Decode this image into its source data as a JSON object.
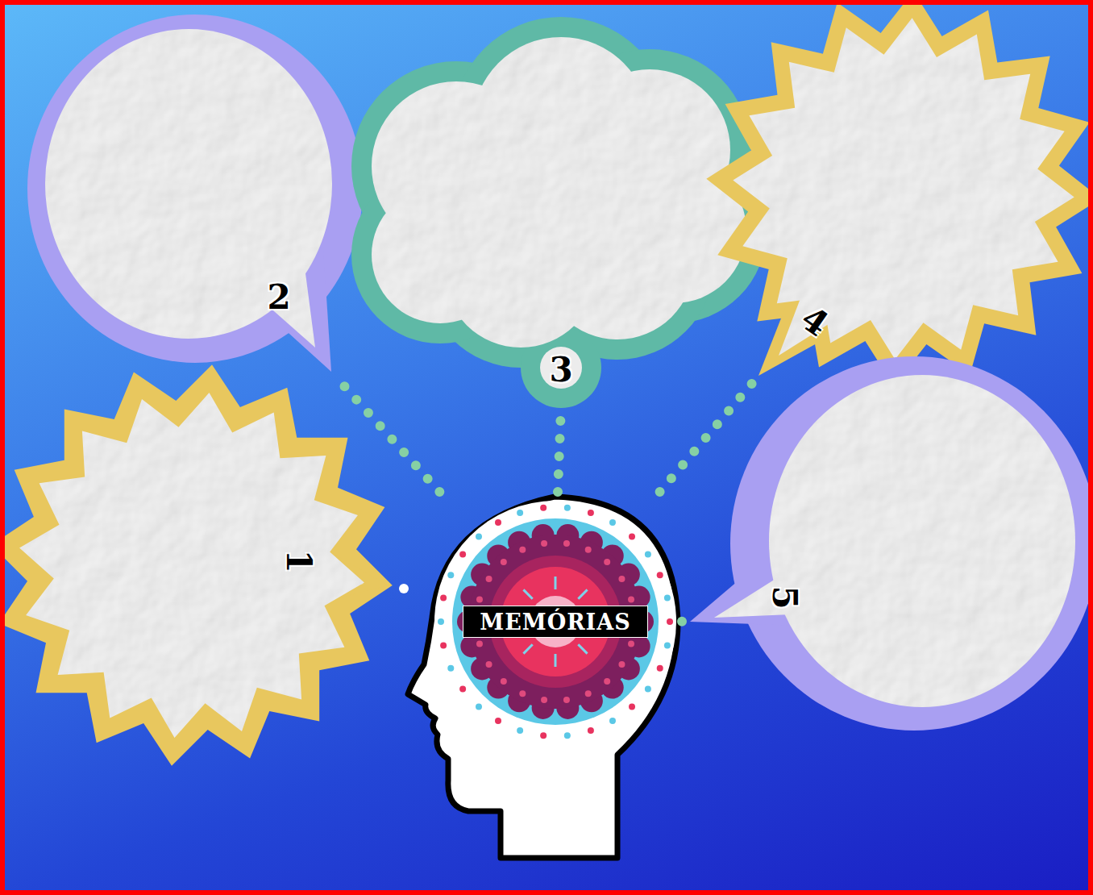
{
  "diagram": {
    "nodes": [
      {
        "text": [
          "1"
        ]
      },
      {
        "text": [
          "2"
        ]
      },
      {
        "text": [
          "3"
        ]
      },
      {
        "text": [
          "4"
        ]
      },
      {
        "text": [
          "5"
        ]
      },
      {
        "text": [
          "MEMÓRIAS"
        ]
      }
    ],
    "edges": [
      {
        "from": 5,
        "to": 0,
        "arrow": "none"
      },
      {
        "from": 5,
        "to": 1,
        "arrow": "none"
      },
      {
        "from": 5,
        "to": 2,
        "arrow": "none"
      },
      {
        "from": 5,
        "to": 3,
        "arrow": "none"
      },
      {
        "from": 5,
        "to": 4,
        "arrow": "none"
      }
    ]
  }
}
